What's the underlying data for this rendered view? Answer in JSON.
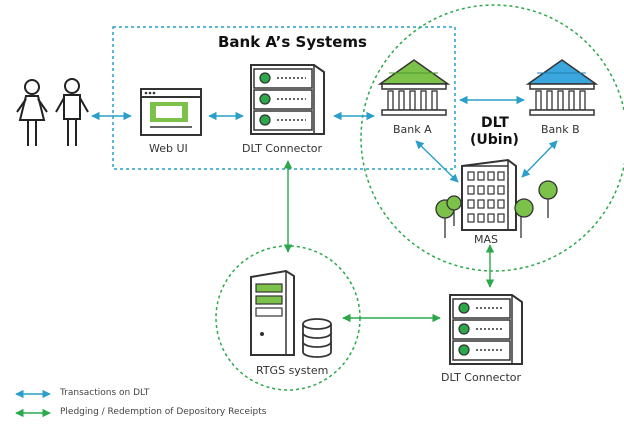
{
  "bank_a_box": {
    "title": "Bank A’s Systems"
  },
  "dlt_circle": {
    "title_line1": "DLT",
    "title_line2": "(Ubin)"
  },
  "rtgs_circle": {
    "label": "RTGS system"
  },
  "nodes": {
    "web_ui": "Web UI",
    "dlt_connector_a": "DLT Connector",
    "bank_a": "Bank A",
    "bank_b": "Bank B",
    "mas": "MAS",
    "dlt_connector_mas": "DLT Connector"
  },
  "legend": [
    {
      "label": "Transactions on DLT",
      "color": "#2a9fc9"
    },
    {
      "label": "Pledging / Redemption of Depository Receipts",
      "color": "#2aa84a"
    }
  ],
  "colors": {
    "blue": "#2a9fc9",
    "green": "#2aa84a",
    "bank_green": "#7cc24a",
    "bank_blue": "#3ba6dd"
  }
}
